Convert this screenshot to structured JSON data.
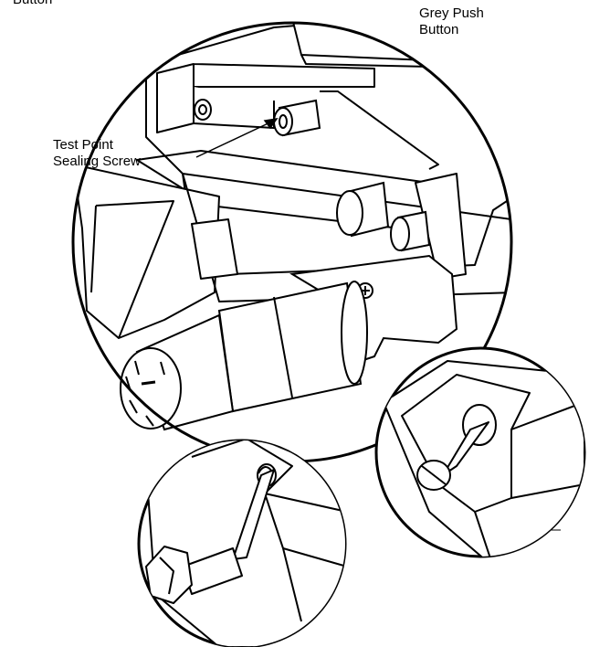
{
  "labels": {
    "top_cut": "Button",
    "grey_push_button": "Grey Push\nButton",
    "test_point_sealing_screw": "Test Point\nSealing Screw"
  },
  "colors": {
    "line": "#000000",
    "fill": "#ffffff",
    "background": "#ffffff"
  }
}
